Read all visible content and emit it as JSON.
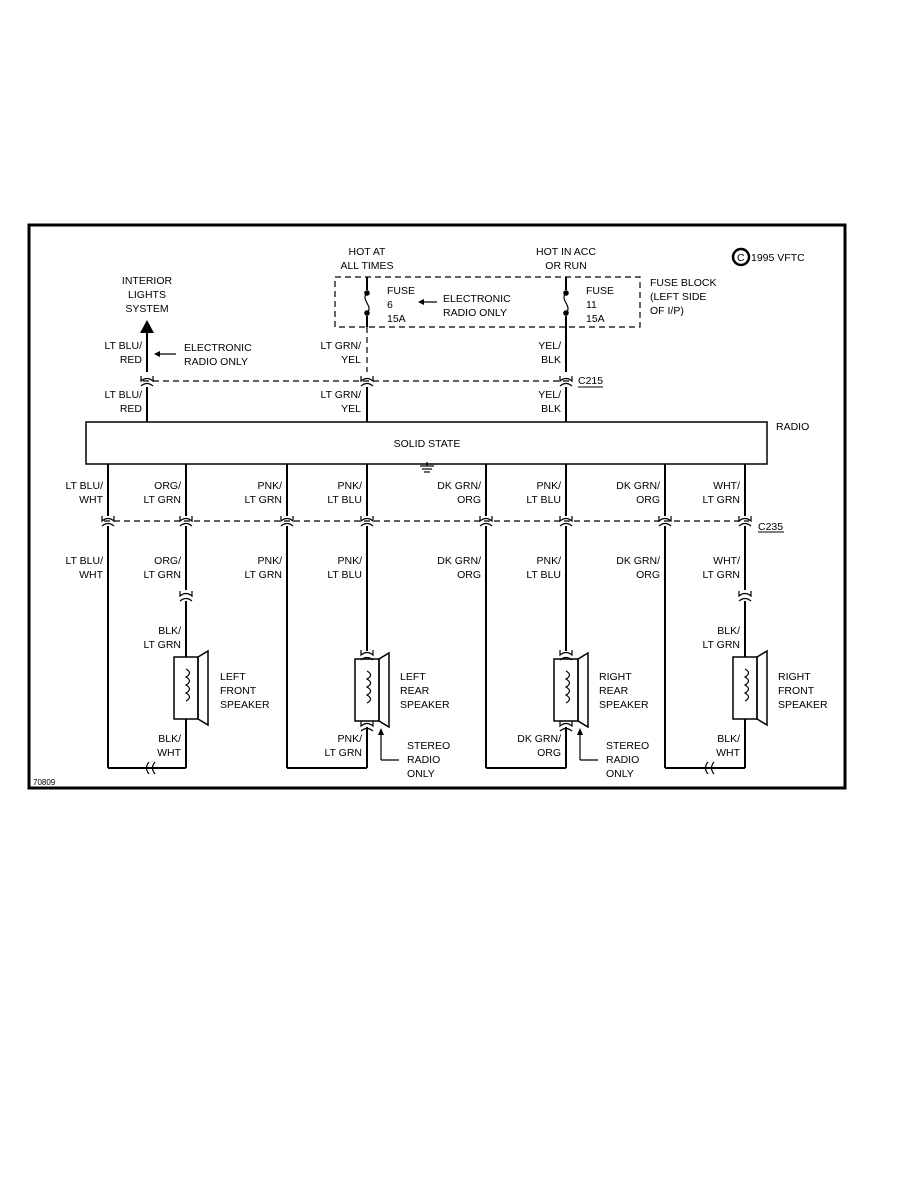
{
  "copyright": "1995 VFTC",
  "figure_id": "70809",
  "radio": {
    "label": "RADIO",
    "module_text": "SOLID STATE"
  },
  "fuse_block": {
    "label": [
      "FUSE BLOCK",
      "(LEFT SIDE",
      "OF I/P)"
    ]
  },
  "power": {
    "hot_at_all_times": [
      "HOT AT",
      "ALL TIMES"
    ],
    "hot_in_acc": [
      "HOT IN ACC",
      "OR RUN"
    ]
  },
  "fuses": [
    {
      "label": [
        "FUSE",
        "6",
        "15A"
      ]
    },
    {
      "label": [
        "FUSE",
        "11",
        "15A"
      ]
    }
  ],
  "notes": {
    "electronic_radio_only_fuse": [
      "ELECTRONIC",
      "RADIO ONLY"
    ],
    "electronic_radio_only_wire": [
      "ELECTRONIC",
      "RADIO ONLY"
    ],
    "stereo_radio_only": [
      "STEREO",
      "RADIO",
      "ONLY"
    ]
  },
  "interior_lights": [
    "INTERIOR",
    "LIGHTS",
    "SYSTEM"
  ],
  "connectors": {
    "upper": "C215",
    "lower": "C235"
  },
  "top_wires": [
    {
      "upper": [
        "LT BLU/",
        "RED"
      ],
      "lower": [
        "LT BLU/",
        "RED"
      ]
    },
    {
      "upper": [
        "LT GRN/",
        "YEL"
      ],
      "lower": [
        "LT GRN/",
        "YEL"
      ]
    },
    {
      "upper": [
        "YEL/",
        "BLK"
      ],
      "lower": [
        "YEL/",
        "BLK"
      ]
    }
  ],
  "speaker_wires": [
    {
      "upper": [
        "LT BLU/",
        "WHT"
      ],
      "lower": [
        "LT BLU/",
        "WHT"
      ]
    },
    {
      "upper": [
        "ORG/",
        "LT GRN"
      ],
      "lower": [
        "ORG/",
        "LT GRN"
      ]
    },
    {
      "upper": [
        "PNK/",
        "LT GRN"
      ],
      "lower": [
        "PNK/",
        "LT GRN"
      ]
    },
    {
      "upper": [
        "PNK/",
        "LT BLU"
      ],
      "lower": [
        "PNK/",
        "LT BLU"
      ]
    },
    {
      "upper": [
        "DK GRN/",
        "ORG"
      ],
      "lower": [
        "DK GRN/",
        "ORG"
      ]
    },
    {
      "upper": [
        "PNK/",
        "LT BLU"
      ],
      "lower": [
        "PNK/",
        "LT BLU"
      ]
    },
    {
      "upper": [
        "DK GRN/",
        "ORG"
      ],
      "lower": [
        "DK GRN/",
        "ORG"
      ]
    },
    {
      "upper": [
        "WHT/",
        "LT GRN"
      ],
      "lower": [
        "WHT/",
        "LT GRN"
      ]
    }
  ],
  "speakers": [
    {
      "name": [
        "LEFT",
        "FRONT",
        "SPEAKER"
      ],
      "top_wire": [
        "BLK/",
        "LT GRN"
      ],
      "bottom_wire": [
        "BLK/",
        "WHT"
      ]
    },
    {
      "name": [
        "LEFT",
        "REAR",
        "SPEAKER"
      ],
      "bottom_wire": [
        "PNK/",
        "LT GRN"
      ]
    },
    {
      "name": [
        "RIGHT",
        "REAR",
        "SPEAKER"
      ],
      "bottom_wire": [
        "DK GRN/",
        "ORG"
      ]
    },
    {
      "name": [
        "RIGHT",
        "FRONT",
        "SPEAKER"
      ],
      "top_wire": [
        "BLK/",
        "LT GRN"
      ],
      "bottom_wire": [
        "BLK/",
        "WHT"
      ]
    }
  ]
}
